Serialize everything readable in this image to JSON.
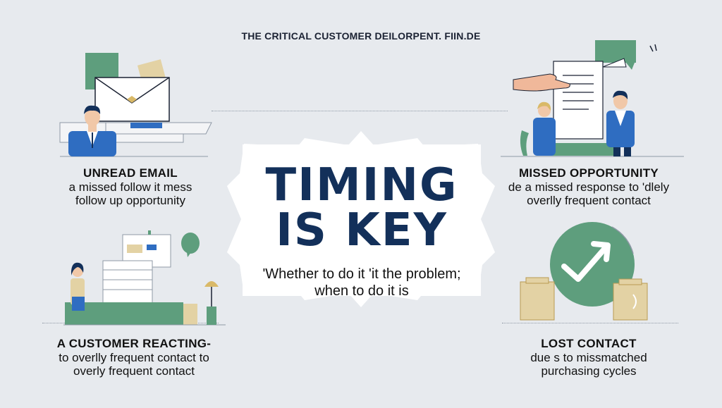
{
  "header": {
    "title": "THE CRITICAL CUSTOMER DEILORPENT. FIIN.DE"
  },
  "center": {
    "title_line1": "TIMING",
    "title_line2": "IS KEY",
    "quote_line1": "'Whether to do it 'it the problem;",
    "quote_line2": "when to do it is"
  },
  "panels": {
    "top_left": {
      "title": "UNREAD EMAIL",
      "line1": "a missed follow it mess",
      "line2": "follow up opportunity"
    },
    "top_right": {
      "title": "MISSED OPPORTUNITY",
      "line1": "de a missed response to 'dlely",
      "line2": "overlly frequent contact"
    },
    "bottom_left": {
      "title": "A CUSTOMER REACTING-",
      "line1": "to overlly frequent contact to",
      "line2": "overly frequent contact"
    },
    "bottom_right": {
      "title": "LOST CONTACT",
      "line1": "due s to missmatched",
      "line2": "purchasing cycles"
    }
  },
  "colors": {
    "navy": "#13305a",
    "blue": "#2f6dc1",
    "green": "#5e9e7d",
    "tan": "#e3d2a4",
    "background": "#e7eaee"
  },
  "icons": [
    "envelope-icon",
    "document-icon",
    "chat-bubble-icon",
    "checkmark-icon",
    "box-icon",
    "desk-lamp-icon"
  ]
}
